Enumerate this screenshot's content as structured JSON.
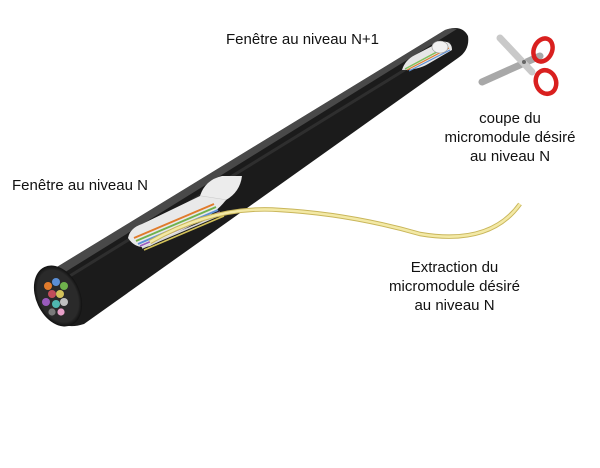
{
  "labels": {
    "window_n_plus_1": "Fenêtre au niveau N+1",
    "window_n": "Fenêtre au niveau N",
    "cut": [
      "coupe du",
      "micromodule désiré",
      "au niveau N"
    ],
    "extraction": [
      "Extraction du",
      "micromodule désiré",
      "au niveau N"
    ]
  },
  "icons": {
    "scissors": "scissors-icon"
  },
  "colors": {
    "cable_sheath": "#1b1b1b",
    "cable_highlight": "#5e5e5e",
    "window_inner": "#e8e8e8",
    "micromodule": "#f3e9a6",
    "scissor_handle": "#d9201f",
    "scissor_blade": "#b9b9b9",
    "text": "#111111"
  }
}
